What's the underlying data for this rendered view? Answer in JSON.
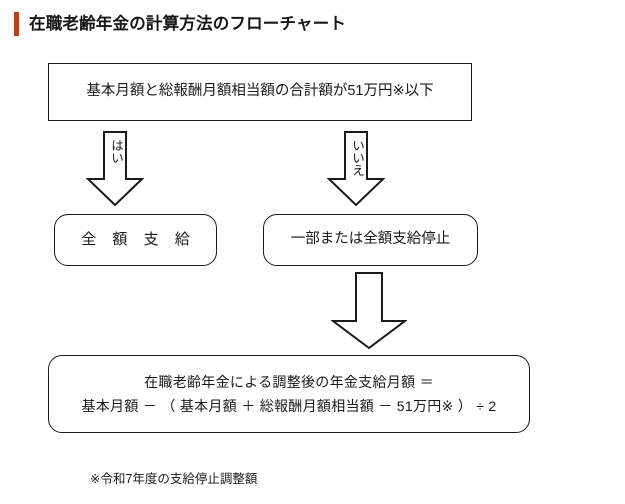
{
  "title": {
    "text": "在職老齢年金の計算方法のフローチャート",
    "accent_color": "#b4401f"
  },
  "diagram": {
    "type": "flowchart",
    "orientation": "top-to-bottom",
    "nodes": [
      {
        "id": "condition",
        "shape": "rectangle",
        "text": "基本月額と総報酬月額相当額の合計額が51万円※以下"
      },
      {
        "id": "full-payment",
        "shape": "rounded-rectangle",
        "text": "全 額 支 給"
      },
      {
        "id": "suspended",
        "shape": "rounded-rectangle",
        "text": "一部または全額支給停止"
      },
      {
        "id": "formula",
        "shape": "rounded-rectangle",
        "line1": "在職老齢年金による調整後の年金支給月額 ＝",
        "line2": "基本月額 － （ 基本月額 ＋ 総報酬月額相当額 － 51万円※ ） ÷ 2"
      }
    ],
    "arrows": [
      {
        "id": "yes",
        "label": "はい",
        "from": "condition",
        "to": "full-payment",
        "label_orientation": "vertical"
      },
      {
        "id": "no",
        "label": "いいえ",
        "from": "condition",
        "to": "suspended",
        "label_orientation": "vertical"
      },
      {
        "id": "down",
        "label": "",
        "from": "suspended",
        "to": "formula",
        "label_orientation": "none"
      }
    ]
  },
  "footnote": {
    "text": "※令和7年度の支給停止調整額"
  },
  "colors": {
    "accent": "#b4401f",
    "stroke": "#1b1b1b",
    "text": "#1a1a1a",
    "background": "#ffffff"
  }
}
